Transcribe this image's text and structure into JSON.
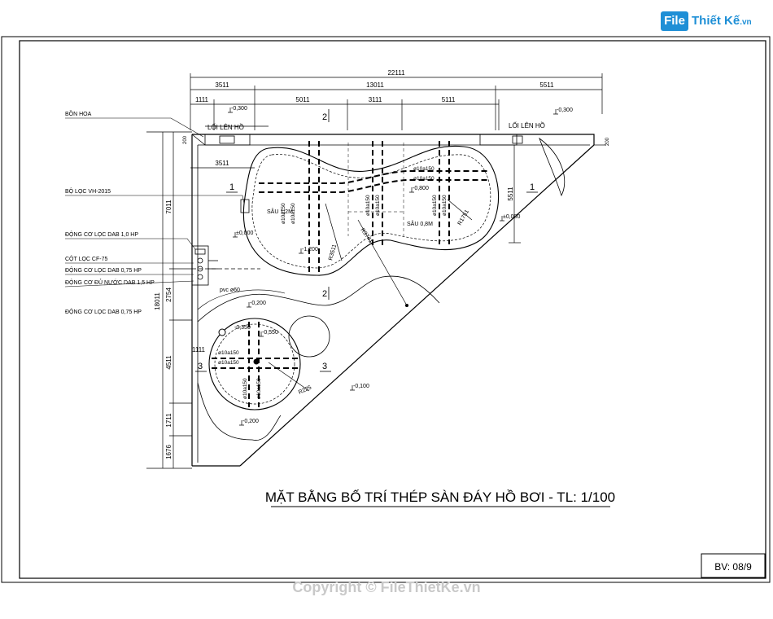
{
  "brand": {
    "file": "File",
    "name": "Thiết Kế",
    "suffix": ".vn"
  },
  "copyright": "Copyright © FileThietKe.vn",
  "sheet_no": "BV: 08/9",
  "title": "MẶT BẰNG BỐ TRÍ THÉP SÀN ĐÁY HỒ BƠI - TL: 1/100",
  "dims": {
    "top_total": "22111",
    "top_a": "3511",
    "top_b": "13011",
    "top_c": "5511",
    "sub_a": "1111",
    "sub_b": "5011",
    "sub_c": "3111",
    "sub_d": "5111",
    "inner_a": "3511",
    "left_total": "18011",
    "left_a": "7011",
    "left_b": "2754",
    "left_c": "4511",
    "left_d": "1711",
    "left_e": "1676",
    "right_a": "5511",
    "small_a": "1111",
    "edge_a": "200",
    "edge_b": "200"
  },
  "equipment": {
    "bon_hoa": "BỒN HOA",
    "bo_loc": "BỘ LỌC VH-2015",
    "dong_co_1": "ĐỘNG CƠ LỌC DAB 1,0 HP",
    "cot_loc": "CỘT LỌC CF-75",
    "dong_co_2": "ĐỘNG CƠ LỌC DAB 0,75 HP",
    "dong_co_3": "ĐỘNG CƠ ĐỦ NƯỚC DAB 1,5 HP",
    "dong_co_4": "ĐỘNG CƠ LỌC DAB 0,75 HP"
  },
  "labels": {
    "loi_len_1": "LỐI LÊN HỒ",
    "loi_len_2": "LỐI LÊN HỒ",
    "sau_1": "SÂU 1,2M",
    "sau_2": "SÂU 0,8M",
    "pvc": "pvc ø60",
    "sec_1a": "1",
    "sec_1b": "1",
    "sec_2a": "2",
    "sec_2b": "2",
    "sec_3a": "3",
    "sec_3b": "3"
  },
  "levels": {
    "l1": "-0,300",
    "l2": "-0,300",
    "l3": "±0,000",
    "l4": "±0,000",
    "l5": "-0,800",
    "l6": "-1,200",
    "l7": "-0,200",
    "l8": "-0,350",
    "l9": "-0,550",
    "l10": "-0,100",
    "l11": "-0,200"
  },
  "radii": {
    "r1": "R3511",
    "r2": "R3741",
    "r3": "R1751",
    "r4": "R225"
  },
  "rebar": {
    "a": "ø10a150",
    "b": "ø10a150",
    "c": "ø10a150",
    "d": "ø10a150",
    "e": "ø10a150",
    "f": "ø10a150",
    "g": "ø10a150",
    "h": "ø10a150",
    "i": "ø10a150",
    "j": "ø10a150",
    "k": "ø10a150",
    "l": "ø10a150"
  }
}
